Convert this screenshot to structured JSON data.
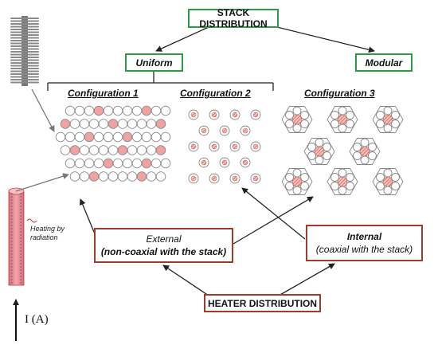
{
  "stack_distribution": "STACK DISTRIBUTION",
  "uniform": "Uniform",
  "modular": "Modular",
  "configurations": [
    "Configuration 1",
    "Configuration 2",
    "Configuration 3"
  ],
  "heater_distribution": "HEATER DISTRIBUTION",
  "external": {
    "title": "External",
    "detail": "(non-coaxial with the stack)"
  },
  "internal": {
    "title": "Internal",
    "detail": "(coaxial with the stack)"
  },
  "heating_label": [
    "Heating by",
    "radiation"
  ],
  "current_label": "I (A)",
  "colors": {
    "green_border": "#2e9a48",
    "red_border": "#a23a2c",
    "cell_fill": "#f2a0a0",
    "heater": "#e8888f"
  }
}
